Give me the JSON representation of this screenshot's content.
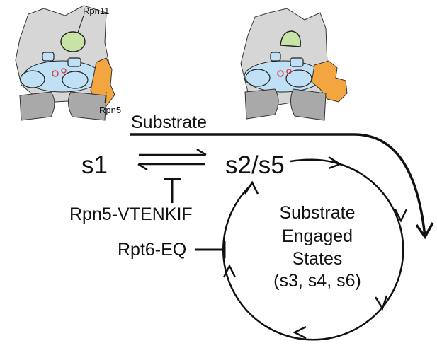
{
  "colors": {
    "body_gray": "#d6d6d6",
    "base_gray": "#a9a9a9",
    "rpn11_green": "#c8e3a6",
    "rpn5_orange": "#f3a53f",
    "ring_blue": "#bfe0f5",
    "active_site_red": "#e23b3b",
    "stroke": "#111111"
  },
  "labels": {
    "rpn11": "Rpn11",
    "rpn5": "Rpn5",
    "substrate": "Substrate",
    "state_s1": "s1",
    "state_s2_s5": "s2/s5",
    "inhibitor_rpn5": "Rpn5-VTENKIF",
    "inhibitor_rpt6": "Rpt6-EQ",
    "engaged_line1": "Substrate",
    "engaged_line2": "Engaged",
    "engaged_line3": "States",
    "engaged_line4": "(s3, s4, s6)"
  }
}
